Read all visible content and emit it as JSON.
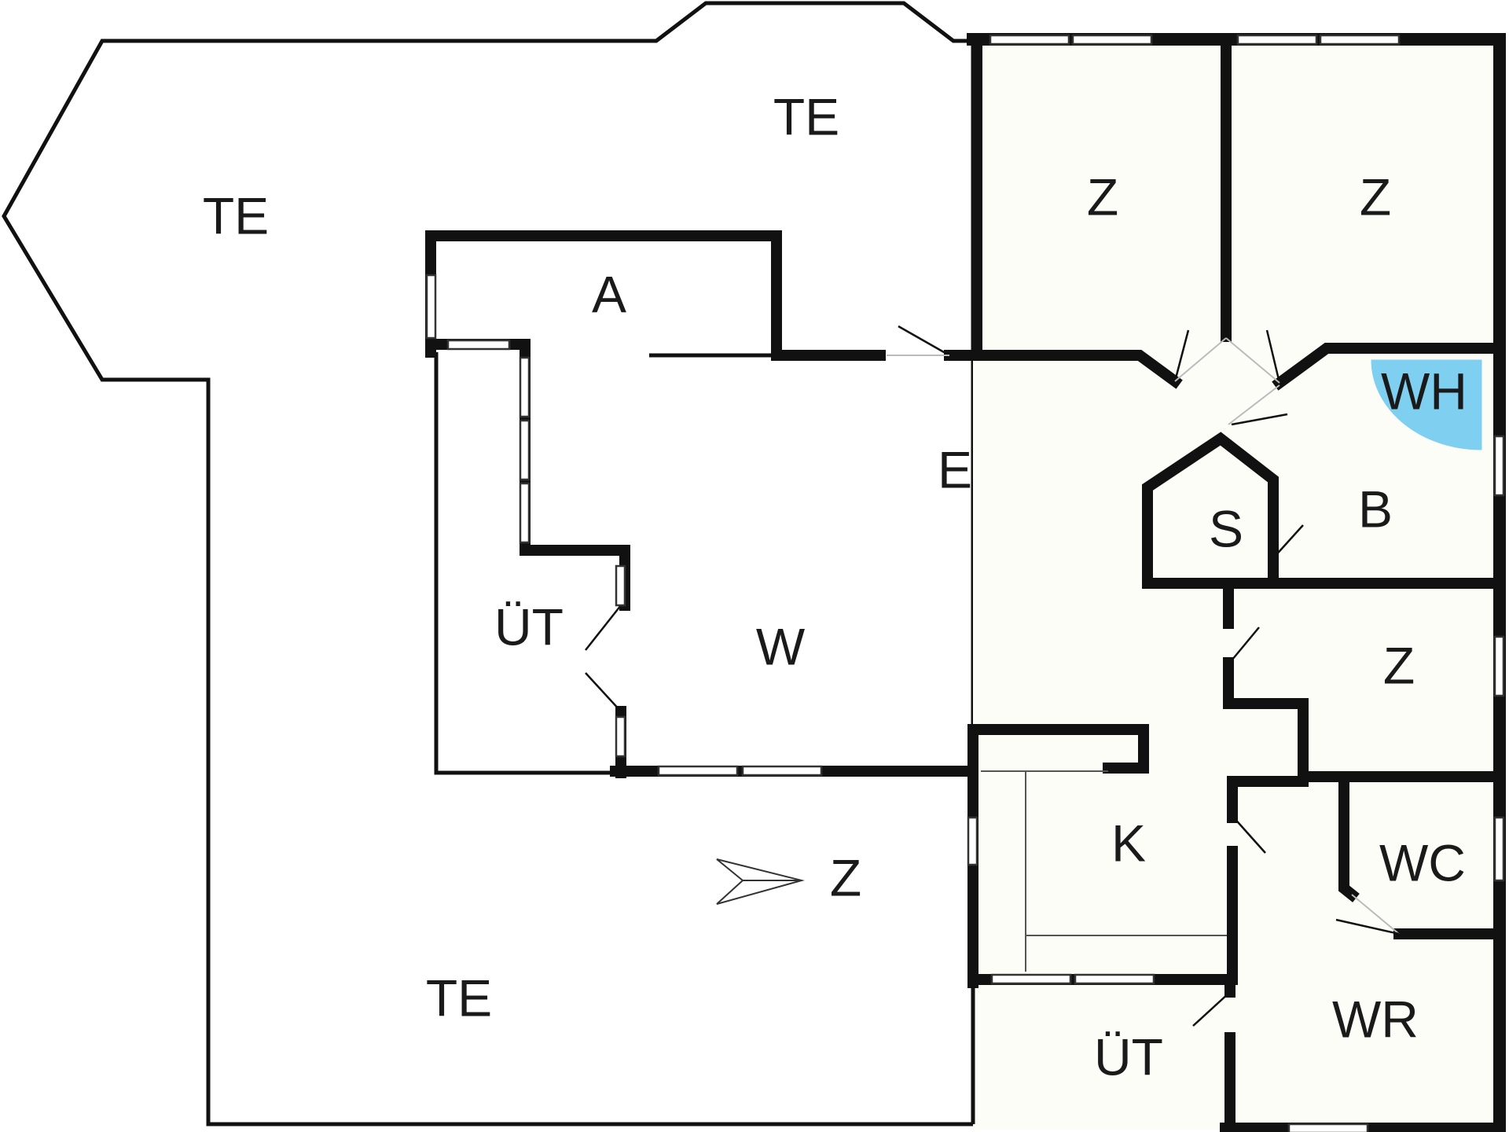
{
  "plan": {
    "rooms": [
      {
        "id": "te-top",
        "label": "TE"
      },
      {
        "id": "te-left",
        "label": "TE"
      },
      {
        "id": "te-bottom",
        "label": "TE"
      },
      {
        "id": "a",
        "label": "A"
      },
      {
        "id": "z-top-1",
        "label": "Z"
      },
      {
        "id": "z-top-2",
        "label": "Z"
      },
      {
        "id": "wh",
        "label": "WH"
      },
      {
        "id": "e",
        "label": "E"
      },
      {
        "id": "s",
        "label": "S"
      },
      {
        "id": "b",
        "label": "B"
      },
      {
        "id": "ut-left",
        "label": "ÜT"
      },
      {
        "id": "w",
        "label": "W"
      },
      {
        "id": "z-right",
        "label": "Z"
      },
      {
        "id": "k",
        "label": "K"
      },
      {
        "id": "wc",
        "label": "WC"
      },
      {
        "id": "wr",
        "label": "WR"
      },
      {
        "id": "ut-bottom",
        "label": "ÜT"
      }
    ],
    "north_label": "Z",
    "colors": {
      "floor": "#fdfdf8",
      "walls": "#111111",
      "wh_highlight": "#7fd0f0"
    }
  }
}
